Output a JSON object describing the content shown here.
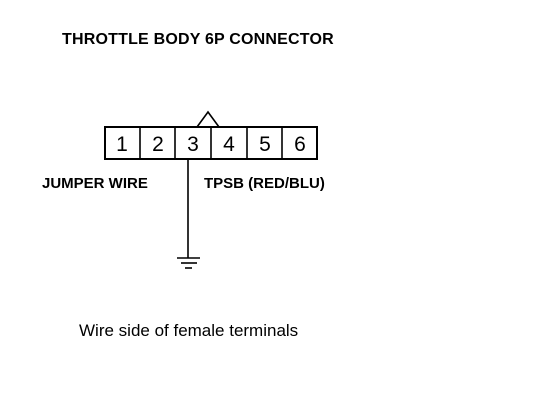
{
  "title": "THROTTLE BODY 6P CONNECTOR",
  "connector": {
    "pins": [
      "1",
      "2",
      "3",
      "4",
      "5",
      "6"
    ]
  },
  "labels": {
    "jumper_wire": "JUMPER WIRE",
    "tpsb": "TPSB (RED/BLU)"
  },
  "caption": "Wire side of female terminals",
  "icons": {
    "ground": "ground-symbol-icon",
    "lock_tab": "connector-lock-tab-icon"
  },
  "colors": {
    "line": "#000000",
    "background": "#ffffff"
  }
}
